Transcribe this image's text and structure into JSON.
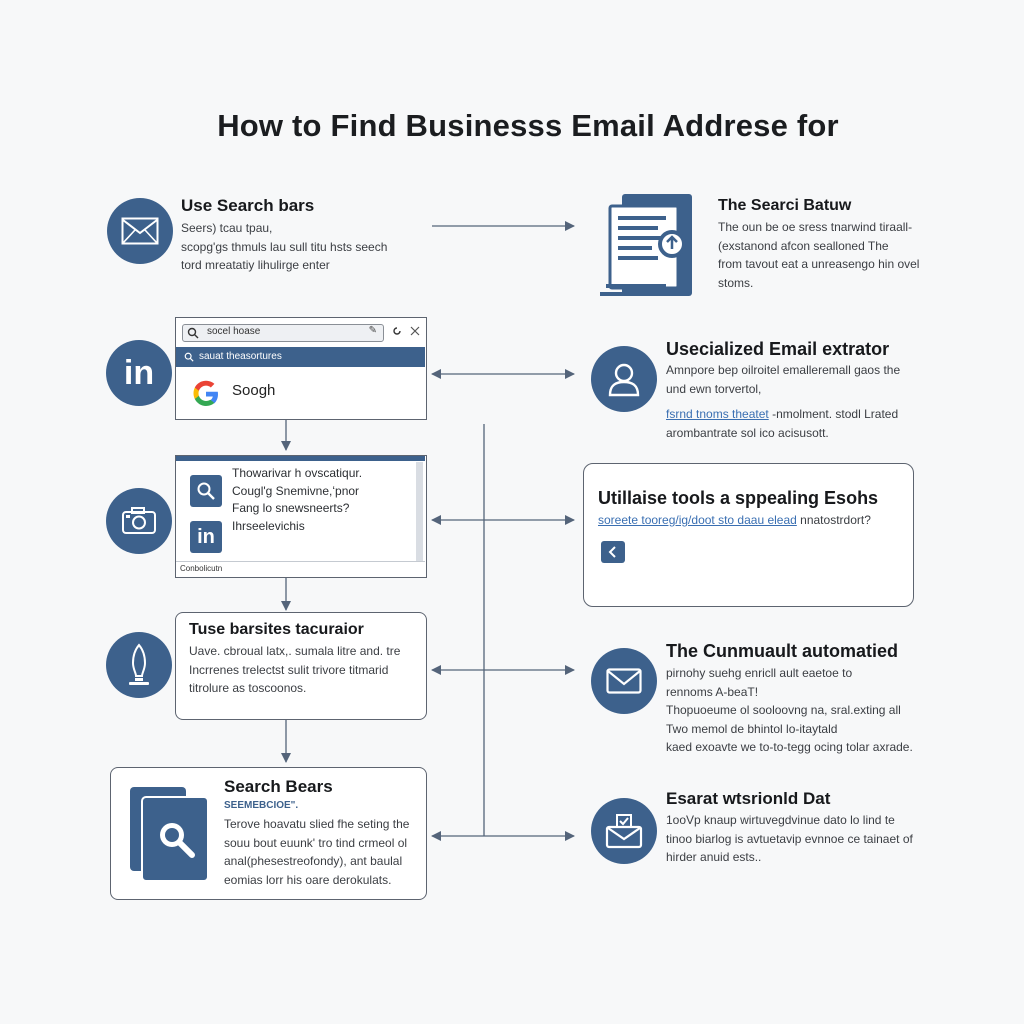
{
  "title": "How to Find Businesss Email Addrese for",
  "left_column": {
    "step1": {
      "heading": "Use Search bars",
      "lines": [
        "Seers) tcau tpau,",
        "scopg'gs thmuls lau sull titu hsts seech",
        "tord mreatatiy lihulirge enter"
      ],
      "icon": "envelope-icon"
    },
    "step2": {
      "search_text": "socel hoase",
      "dropdown_text": "sauat theasortures",
      "result_text": "Soogh",
      "icon": "linkedin-icon"
    },
    "step3": {
      "lines": [
        "Thowarivar h ovscatiqur.",
        "Cougl'g Snemivne,ʻpnor",
        "Fang lo snewsneerts?",
        "Ihrseelevichis"
      ],
      "footer": "Conbolicutn",
      "icon": "camera-icon"
    },
    "step4": {
      "heading": "Tuse barsites tacuraior",
      "lines": [
        "Uave. cbroual latx,. sumala litre and. tre",
        "Incrrenes trelectst sulit trivore titmarid",
        "titrolure as toscoonos."
      ],
      "icon": "lightbulb-icon"
    },
    "step5": {
      "heading": "Search Bears",
      "subheading": "SEEMEBCIOE\".",
      "lines": [
        "Terove hoavatu slied fhe seting the",
        "souu bout euunk' tro tind crmeol ol",
        "anal(phesestreofondy), ant baulal",
        "eomias lorr his oare derokulats."
      ]
    }
  },
  "right_column": {
    "r1": {
      "heading": "The Searci Batuw",
      "lines": [
        "The oun be oe sress tnarwind tiraall-",
        "(exstanond afcon sealloned The",
        "from tavout eat a unreasengo hin ovel",
        "stoms."
      ],
      "icon": "document-search-icon"
    },
    "r2": {
      "heading": "Usecialized Email extrator",
      "lines": [
        "Amnpore bep oilroitel emalleremall gaos the",
        "und ewn torvertol,"
      ],
      "link_line_a": "fsrnd tnoms theatet",
      "link_line_b": " -nmolment. stodl Lrated",
      "last_line": "arombantrate sol ico acisusott.",
      "icon": "user-icon"
    },
    "r3": {
      "heading": "Utillaise tools a sppealing Esohs",
      "link_text": "soreete tooreg/ig/doot  sto daau elead",
      "tail_text": " nnatostrdort?",
      "icon": "chevron-left-icon"
    },
    "r4": {
      "heading": "The Cunmuault automatied",
      "lines": [
        "pirnohy suehg enricll ault eaetoe to",
        "rennoms A-beaT!",
        "Thopuoeume ol sooloovng na, sral.exting all",
        "Two memol de bhintol lo-itaytald",
        "kaed exoavte we to-to-tegg ocing tolar axrade."
      ],
      "icon": "envelope-icon"
    },
    "r5": {
      "heading": "Esarat wtsrionld Dat",
      "lines": [
        "1ooVp knaup wirtuvegdvinue dato lo lind te",
        "tinoo biarlog is avtuetavip evnnoe ce tainaet of",
        "hirder anuid ests.."
      ],
      "icon": "mail-notify-icon"
    }
  },
  "colors": {
    "accent": "#3d618c",
    "arrow": "#54647a",
    "border": "#5d6470"
  }
}
